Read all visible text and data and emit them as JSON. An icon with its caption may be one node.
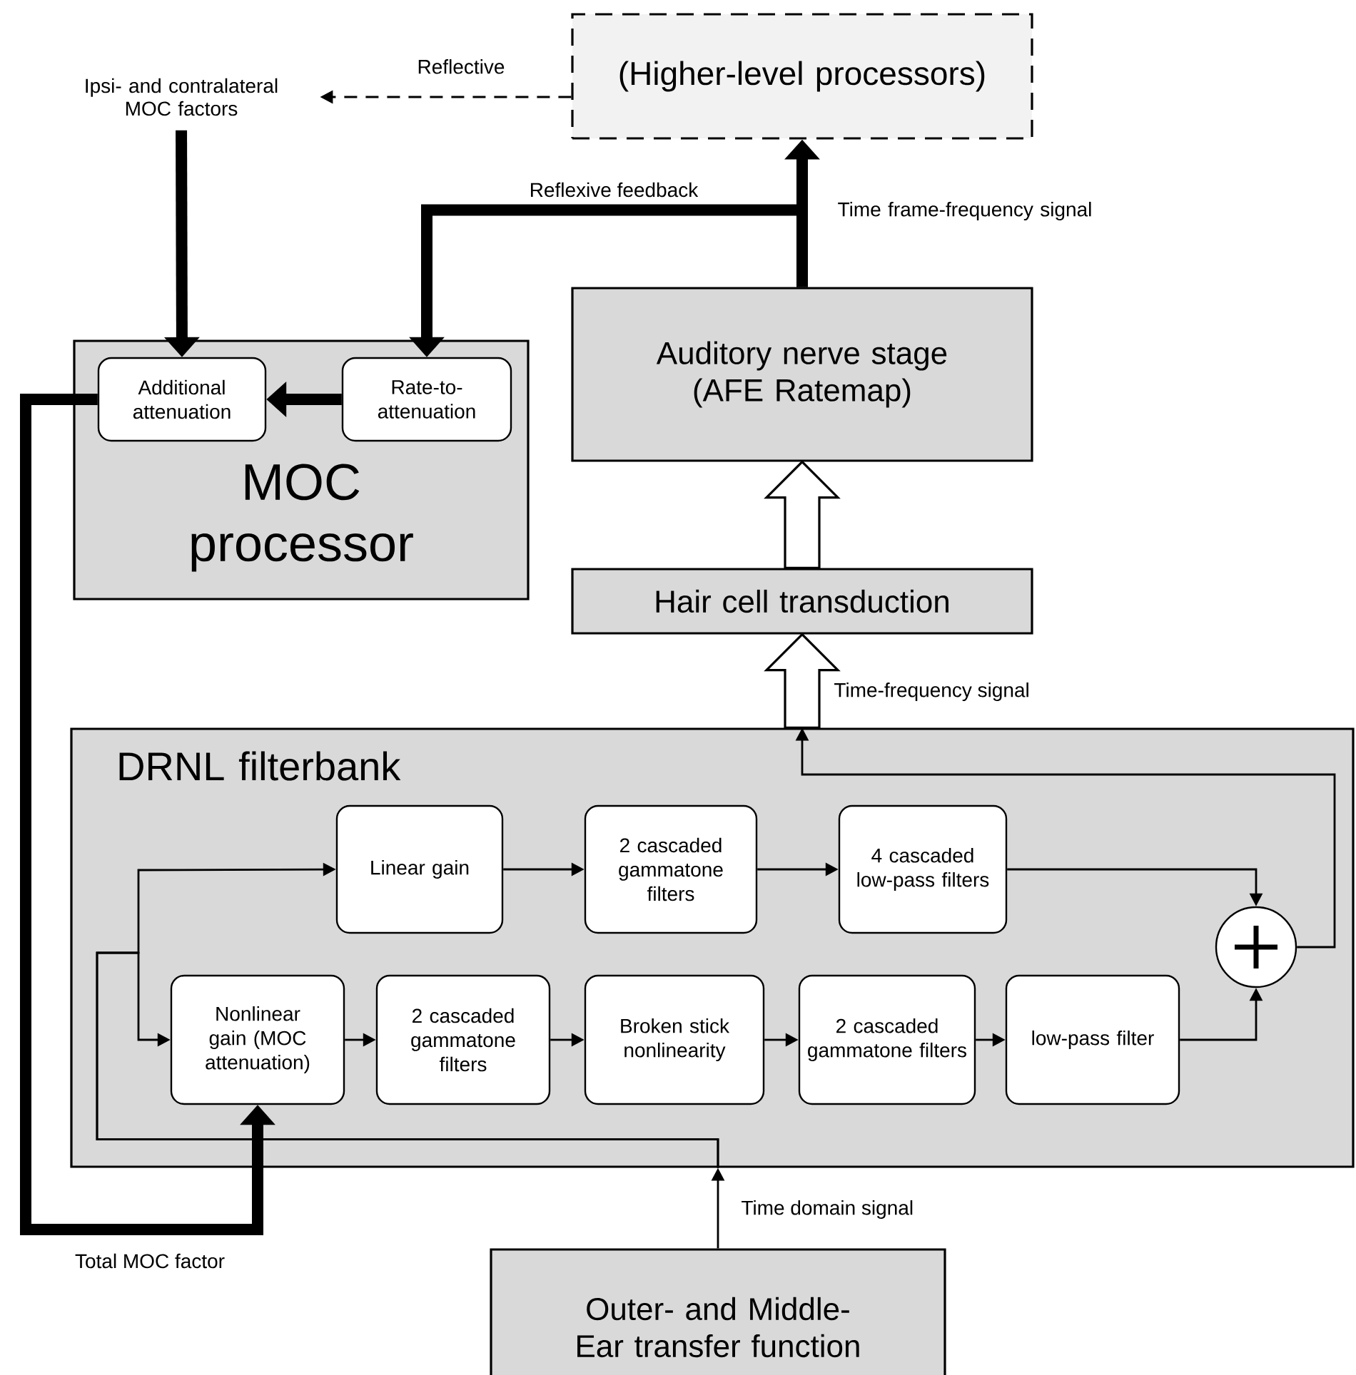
{
  "diagram": {
    "nodes": [
      {
        "text": [
          "(Higher-level processors)"
        ]
      },
      {
        "text": [
          "Ipsi- and contralateral MOC factors"
        ]
      },
      {
        "text": [
          "MOC processor"
        ]
      },
      {
        "text": [
          "Additional attenuation"
        ],
        "in": 2
      },
      {
        "text": [
          "Rate-to- attenuation"
        ],
        "in": 2
      },
      {
        "text": [
          "Auditory nerve stage (AFE Ratemap)"
        ]
      },
      {
        "text": [
          "Hair cell transduction"
        ]
      },
      {
        "text": [
          "DRNL filterbank"
        ]
      },
      {
        "text": [
          "Linear gain"
        ],
        "in": 7
      },
      {
        "text": [
          "2 cascaded gammatone filters"
        ],
        "in": 7
      },
      {
        "text": [
          "4 cascaded low-pass filters"
        ],
        "in": 7
      },
      {
        "text": [],
        "shape": "circle",
        "in": 7
      },
      {
        "text": [
          "Nonlinear gain (MOC attenuation)"
        ],
        "in": 7
      },
      {
        "text": [
          "2 cascaded gammatone filters"
        ],
        "in": 7
      },
      {
        "text": [
          "Broken stick nonlinearity"
        ],
        "in": 7
      },
      {
        "text": [
          "2 cascaded gammatone filters"
        ],
        "in": 7
      },
      {
        "text": [
          "low-pass filter"
        ],
        "in": 7
      },
      {
        "text": [
          "Outer- and Middle-Ear transfer function"
        ]
      }
    ],
    "edges": [
      {
        "from": 0,
        "to": 1,
        "arrow": "to",
        "label": "Reflective",
        "style": "dashed"
      },
      {
        "from": 1,
        "to": 3,
        "arrow": "to",
        "style": "thick"
      },
      {
        "from": 5,
        "to": 0,
        "arrow": "to",
        "style": "thick",
        "label": "Time frame-frequency signal"
      },
      {
        "from": 5,
        "to": 4,
        "arrow": "to",
        "style": "thick",
        "label": "Reflexive feedback"
      },
      {
        "from": 4,
        "to": 3,
        "arrow": "to",
        "style": "thick"
      },
      {
        "from": 3,
        "to": 12,
        "arrow": "to",
        "style": "thick",
        "label": "Total MOC factor"
      },
      {
        "from": 6,
        "to": 5,
        "arrow": "to",
        "style": "thick",
        "color": "#ffffff"
      },
      {
        "from": 7,
        "to": 6,
        "arrow": "to",
        "style": "thick",
        "color": "#ffffff",
        "label": "Time-frequency signal"
      },
      {
        "from": 11,
        "to": 7,
        "arrow": "to"
      },
      {
        "from": 17,
        "to": 7,
        "arrow": "to",
        "label": "Time domain signal"
      },
      {
        "from": 7,
        "to": 8,
        "arrow": "to"
      },
      {
        "from": 7,
        "to": 12,
        "arrow": "to"
      },
      {
        "from": 8,
        "to": 9,
        "arrow": "to"
      },
      {
        "from": 9,
        "to": 10,
        "arrow": "to"
      },
      {
        "from": 10,
        "to": 11,
        "arrow": "to"
      },
      {
        "from": 12,
        "to": 13,
        "arrow": "to"
      },
      {
        "from": 13,
        "to": 14,
        "arrow": "to"
      },
      {
        "from": 14,
        "to": 15,
        "arrow": "to"
      },
      {
        "from": 15,
        "to": 16,
        "arrow": "to"
      },
      {
        "from": 16,
        "to": 11,
        "arrow": "to"
      }
    ]
  }
}
